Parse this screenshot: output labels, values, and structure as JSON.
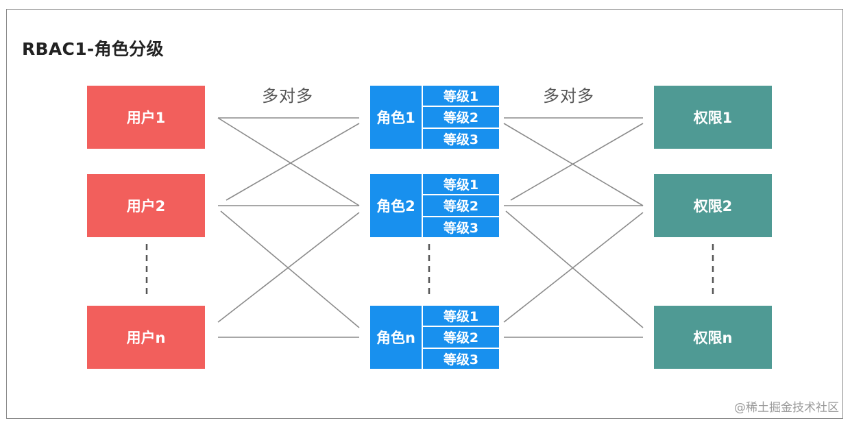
{
  "title": "RBAC1-角色分级",
  "relation_label_left": "多对多",
  "relation_label_right": "多对多",
  "users": [
    "用户1",
    "用户2",
    "用户n"
  ],
  "roles": [
    {
      "name": "角色1",
      "levels": [
        "等级1",
        "等级2",
        "等级3"
      ]
    },
    {
      "name": "角色2",
      "levels": [
        "等级1",
        "等级2",
        "等级3"
      ]
    },
    {
      "name": "角色n",
      "levels": [
        "等级1",
        "等级2",
        "等级3"
      ]
    }
  ],
  "permissions": [
    "权限1",
    "权限2",
    "权限n"
  ],
  "watermark": "@稀土掘金技术社区",
  "colors": {
    "user": "#f25f5c",
    "role": "#1890ee",
    "permission": "#4f9a94",
    "line": "#8a8a8a"
  }
}
